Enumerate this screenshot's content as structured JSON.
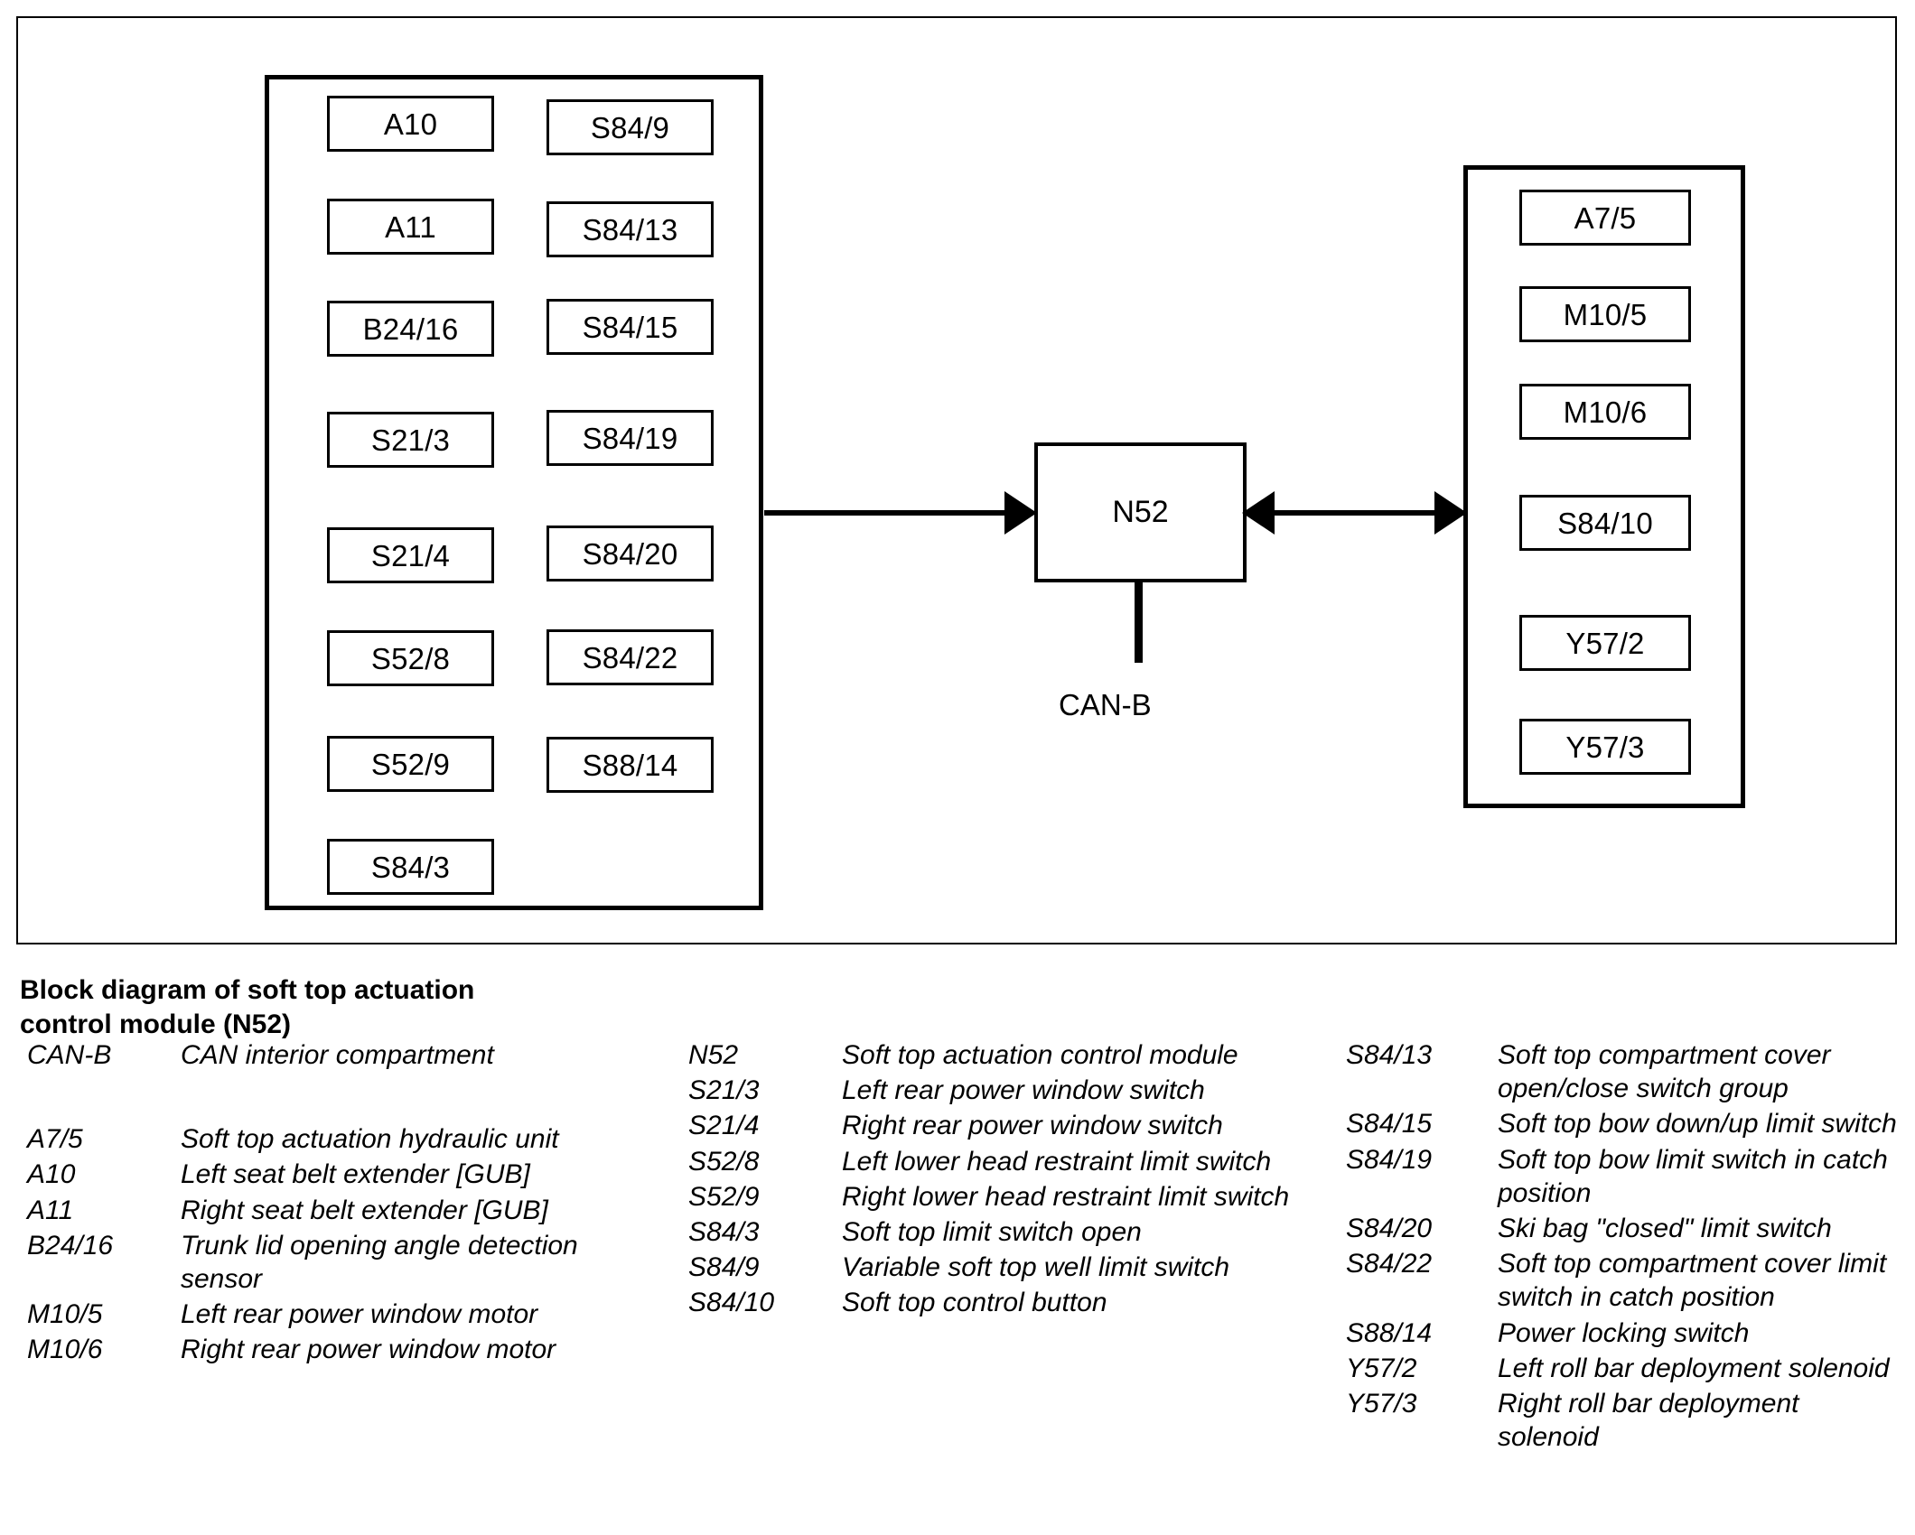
{
  "diagram": {
    "controller": {
      "label": "N52"
    },
    "bus": {
      "label": "CAN-B"
    },
    "input_panel": {
      "column_a": [
        {
          "label": "A10"
        },
        {
          "label": "A11"
        },
        {
          "label": "B24/16"
        },
        {
          "label": "S21/3"
        },
        {
          "label": "S21/4"
        },
        {
          "label": "S52/8"
        },
        {
          "label": "S52/9"
        },
        {
          "label": "S84/3"
        }
      ],
      "column_b": [
        {
          "label": "S84/9"
        },
        {
          "label": "S84/13"
        },
        {
          "label": "S84/15"
        },
        {
          "label": "S84/19"
        },
        {
          "label": "S84/20"
        },
        {
          "label": "S84/22"
        },
        {
          "label": "S88/14"
        }
      ]
    },
    "output_panel": {
      "column_c": [
        {
          "label": "A7/5"
        },
        {
          "label": "M10/5"
        },
        {
          "label": "M10/6"
        },
        {
          "label": "S84/10"
        },
        {
          "label": "Y57/2"
        },
        {
          "label": "Y57/3"
        }
      ]
    }
  },
  "caption": {
    "line1": "Block diagram of soft top actuation",
    "line2": "control module (N52)"
  },
  "legend": {
    "column1": [
      {
        "code": "CAN-B",
        "desc": "CAN interior compartment"
      },
      {
        "code": "A7/5",
        "desc": "Soft top actuation hydraulic unit"
      },
      {
        "code": "A10",
        "desc": "Left seat belt extender [GUB]"
      },
      {
        "code": "A11",
        "desc": "Right seat belt extender [GUB]"
      },
      {
        "code": "B24/16",
        "desc": "Trunk lid opening angle detection sensor"
      },
      {
        "code": "M10/5",
        "desc": "Left rear power window motor"
      },
      {
        "code": "M10/6",
        "desc": "Right rear power window motor"
      }
    ],
    "column2": [
      {
        "code": "N52",
        "desc": "Soft top actuation control module"
      },
      {
        "code": "S21/3",
        "desc": "Left rear power window switch"
      },
      {
        "code": "S21/4",
        "desc": "Right rear power window switch"
      },
      {
        "code": "S52/8",
        "desc": "Left lower head restraint limit switch"
      },
      {
        "code": "S52/9",
        "desc": "Right lower head restraint limit switch"
      },
      {
        "code": "S84/3",
        "desc": "Soft top limit switch open"
      },
      {
        "code": "S84/9",
        "desc": "Variable soft top well limit switch"
      },
      {
        "code": "S84/10",
        "desc": "Soft top control button"
      }
    ],
    "column3": [
      {
        "code": "S84/13",
        "desc": "Soft top compartment cover open/close switch group"
      },
      {
        "code": "S84/15",
        "desc": "Soft top bow down/up limit switch"
      },
      {
        "code": "S84/19",
        "desc": "Soft top bow limit switch in catch position"
      },
      {
        "code": "S84/20",
        "desc": "Ski bag \"closed\" limit switch"
      },
      {
        "code": "S84/22",
        "desc": "Soft top compartment cover limit switch in catch position"
      },
      {
        "code": "S88/14",
        "desc": "Power locking switch"
      },
      {
        "code": "Y57/2",
        "desc": "Left roll bar deployment solenoid"
      },
      {
        "code": "Y57/3",
        "desc": "Right roll bar deployment solenoid"
      }
    ]
  }
}
